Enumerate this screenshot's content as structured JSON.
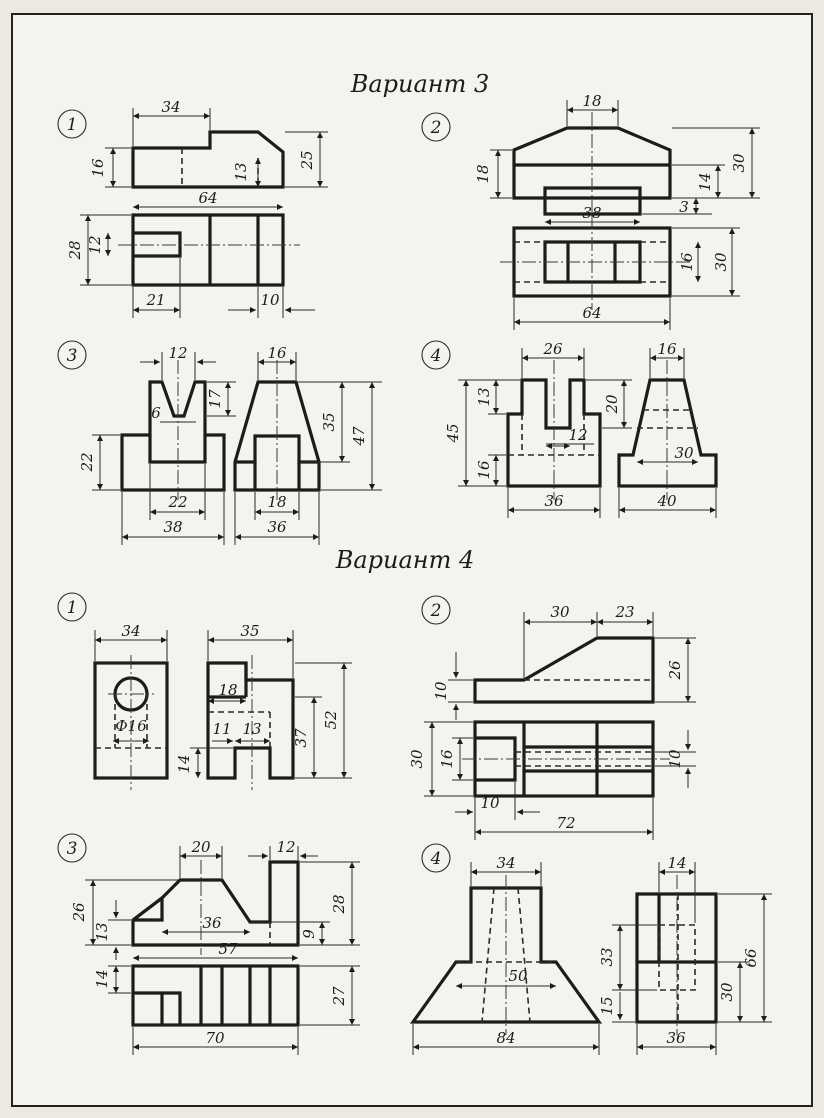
{
  "variants": [
    {
      "title": "Вариант 3",
      "tasks": [
        {
          "number": "1",
          "dims": [
            "34",
            "16",
            "13",
            "25",
            "64",
            "28",
            "12",
            "21",
            "10"
          ]
        },
        {
          "number": "2",
          "dims": [
            "18",
            "18",
            "30",
            "14",
            "3",
            "38",
            "16",
            "30",
            "64"
          ]
        },
        {
          "number": "3",
          "dims": [
            "12",
            "16",
            "17",
            "35",
            "47",
            "6",
            "22",
            "22",
            "18",
            "38",
            "36"
          ]
        },
        {
          "number": "4",
          "dims": [
            "26",
            "16",
            "13",
            "20",
            "45",
            "12",
            "16",
            "30",
            "36",
            "40"
          ]
        }
      ]
    },
    {
      "title": "Вариант 4",
      "tasks": [
        {
          "number": "1",
          "dims": [
            "34",
            "35",
            "18",
            "Ф16",
            "11",
            "13",
            "52",
            "37",
            "14"
          ]
        },
        {
          "number": "2",
          "dims": [
            "30",
            "23",
            "10",
            "26",
            "30",
            "16",
            "10",
            "10",
            "72"
          ]
        },
        {
          "number": "3",
          "dims": [
            "20",
            "12",
            "26",
            "13",
            "36",
            "9",
            "28",
            "57",
            "14",
            "27",
            "70"
          ]
        },
        {
          "number": "4",
          "dims": [
            "34",
            "14",
            "66",
            "33",
            "50",
            "30",
            "15",
            "84",
            "36"
          ]
        }
      ]
    }
  ]
}
